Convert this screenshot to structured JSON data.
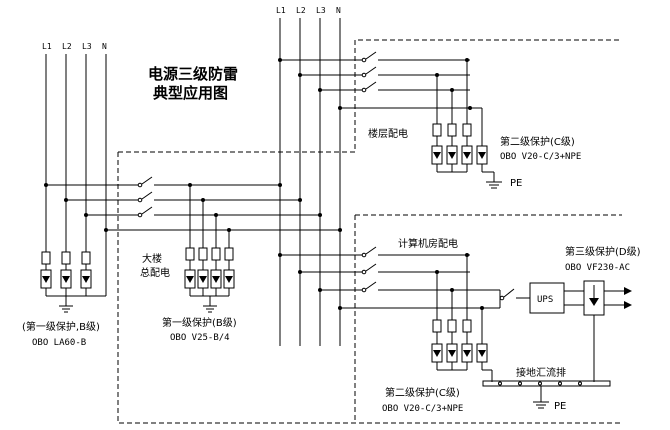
{
  "title": {
    "line1": "电源三级防雷",
    "line2": "典型应用图"
  },
  "bus_labels": {
    "left": [
      "L1",
      "L2",
      "L3",
      "N"
    ],
    "main": [
      "L1",
      "L2",
      "L3",
      "N"
    ]
  },
  "labels": {
    "building_main": "大楼",
    "building_main2": "总配电",
    "floor_dist": "楼层配电",
    "computer_room": "计算机房配电",
    "ups": "UPS",
    "grounding_bar": "接地汇流排",
    "pe_top": "PE",
    "pe_bottom": "PE"
  },
  "protection": {
    "level1_left_title": "(第一级保护,B级)",
    "level1_left_model": "OBO   LA60-B",
    "level1_center_title": "第一级保护(B级)",
    "level1_center_model": "OBO V25-B/4",
    "level2_top_title": "第二级保护(C级)",
    "level2_top_model": "OBO   V20-C/3+NPE",
    "level2_bottom_title": "第二级保护(C级)",
    "level2_bottom_model": "OBO   V20-C/3+NPE",
    "level3_title": "第三级保护(D级)",
    "level3_model": "OBO VF230-AC"
  },
  "icons": {
    "switch": "breaker-switch-icon",
    "spd": "surge-protector-icon",
    "ground": "ground-symbol-icon",
    "arrow": "output-arrow-icon"
  }
}
